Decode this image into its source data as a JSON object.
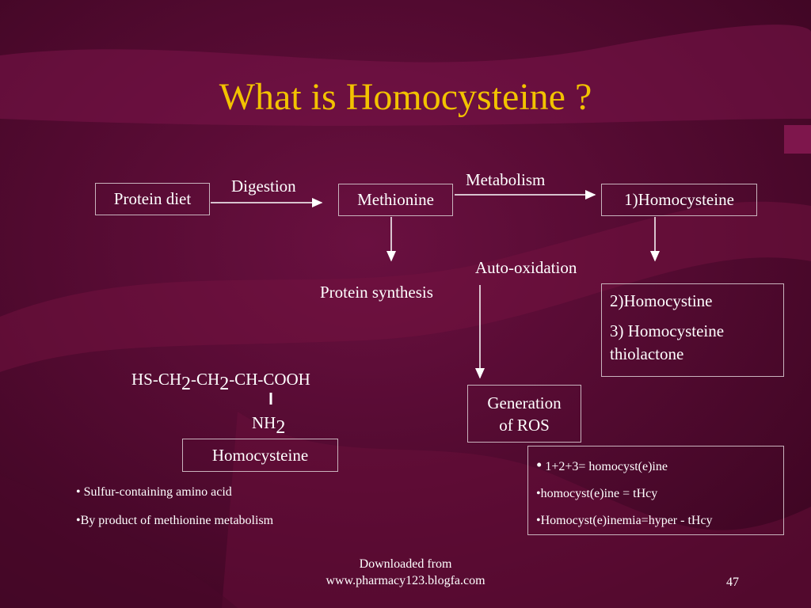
{
  "title": "What is Homocysteine ?",
  "nodes": {
    "protein_diet": "Protein diet",
    "methionine": "Methionine",
    "homocysteine1": "1)Homocysteine",
    "homocystine": "2)Homocystine",
    "thiolactone": "3) Homocysteine thiolactone",
    "ros_line1": "Generation",
    "ros_line2": "of ROS",
    "homocysteine_label": "Homocysteine"
  },
  "edges": {
    "digestion": "Digestion",
    "metabolism": "Metabolism",
    "protein_synthesis": "Protein synthesis",
    "auto_oxidation": "Auto-oxidation"
  },
  "formula": {
    "part1": "HS-CH",
    "sub1": "2",
    "part2": "-CH",
    "sub2": "2",
    "part3": "-CH-COOH",
    "nh": "NH",
    "nh_sub": "2"
  },
  "bullets_left": [
    "• Sulfur-containing amino acid",
    "•By product of methionine metabolism"
  ],
  "bullets_right": {
    "b1_dot": "•",
    "b1": " 1+2+3= homocyst(e)ine",
    "b2": "•homocyst(e)ine = tHcy",
    "b3": "•Homocyst(e)inemia=hyper - tHcy"
  },
  "footer": {
    "line1": "Downloaded from",
    "line2": "www.pharmacy123.blogfa.com",
    "page": "47"
  },
  "colors": {
    "background": "#5a0c33",
    "title": "#f2c200",
    "text": "#ffffff",
    "border": "#c9b3bd"
  }
}
